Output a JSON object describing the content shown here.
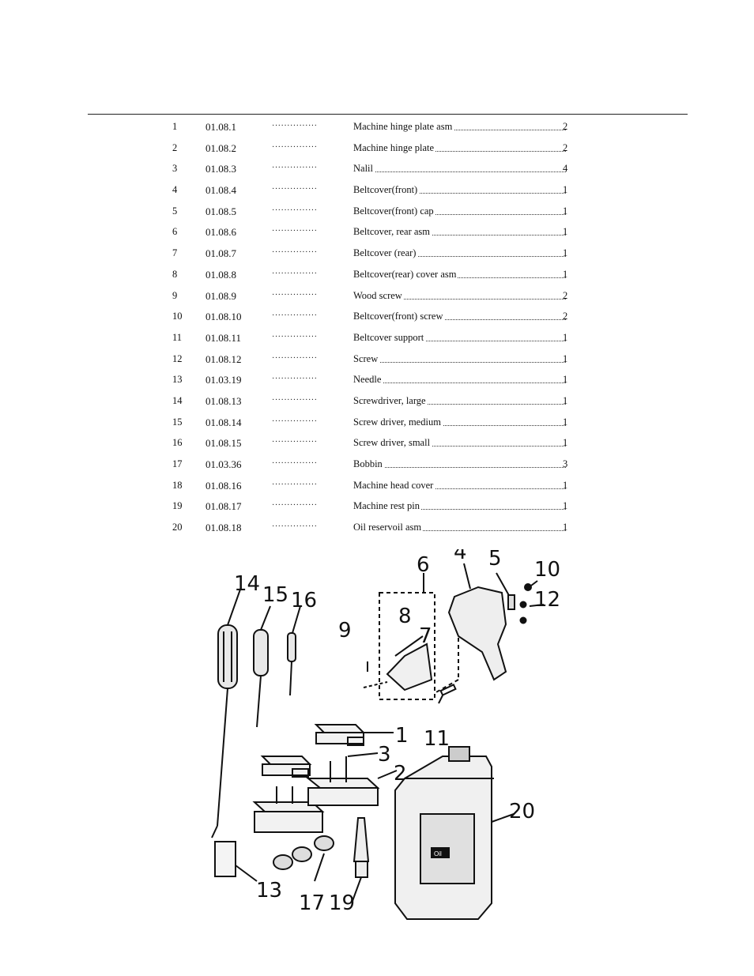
{
  "parts": [
    {
      "no": "1",
      "code": "01.08.1",
      "name": "Machine hinge plate asm",
      "qty": "2"
    },
    {
      "no": "2",
      "code": "01.08.2",
      "name": "Machine hinge plate",
      "qty": "2"
    },
    {
      "no": "3",
      "code": "01.08.3",
      "name": "Nalil",
      "qty": "4"
    },
    {
      "no": "4",
      "code": "01.08.4",
      "name": "Beltcover(front)",
      "qty": "1"
    },
    {
      "no": "5",
      "code": "01.08.5",
      "name": "Beltcover(front) cap",
      "qty": "1"
    },
    {
      "no": "6",
      "code": "01.08.6",
      "name": "Beltcover, rear asm",
      "qty": "1"
    },
    {
      "no": "7",
      "code": "01.08.7",
      "name": "Beltcover (rear)",
      "qty": "1"
    },
    {
      "no": "8",
      "code": "01.08.8",
      "name": "Beltcover(rear) cover asm",
      "qty": "1"
    },
    {
      "no": "9",
      "code": "01.08.9",
      "name": "Wood screw",
      "qty": "2"
    },
    {
      "no": "10",
      "code": "01.08.10",
      "name": "Beltcover(front) screw",
      "qty": "2"
    },
    {
      "no": "11",
      "code": "01.08.11",
      "name": "Beltcover support",
      "qty": "1"
    },
    {
      "no": "12",
      "code": "01.08.12",
      "name": "Screw",
      "qty": "1"
    },
    {
      "no": "13",
      "code": "01.03.19",
      "name": "Needle",
      "qty": "1"
    },
    {
      "no": "14",
      "code": "01.08.13",
      "name": "Screwdriver, large",
      "qty": "1"
    },
    {
      "no": "15",
      "code": "01.08.14",
      "name": "Screw driver, medium",
      "qty": "1"
    },
    {
      "no": "16",
      "code": "01.08.15",
      "name": "Screw driver, small",
      "qty": "1"
    },
    {
      "no": "17",
      "code": "01.03.36",
      "name": "Bobbin",
      "qty": "3"
    },
    {
      "no": "18",
      "code": "01.08.16",
      "name": "Machine head cover",
      "qty": "1"
    },
    {
      "no": "19",
      "code": "01.08.17",
      "name": "Machine rest pin",
      "qty": "1"
    },
    {
      "no": "20",
      "code": "01.08.18",
      "name": "Oil reservoil asm",
      "qty": "1"
    }
  ],
  "callouts": {
    "c1": "1",
    "c2": "2",
    "c3": "3",
    "c4": "4",
    "c5": "5",
    "c6": "6",
    "c7": "7",
    "c8": "8",
    "c9": "9",
    "c10": "10",
    "c11": "11",
    "c12": "12",
    "c13": "13",
    "c14": "14",
    "c15": "15",
    "c16": "16",
    "c17": "17",
    "c19": "19",
    "c20": "20"
  },
  "oil_label": "Oil"
}
